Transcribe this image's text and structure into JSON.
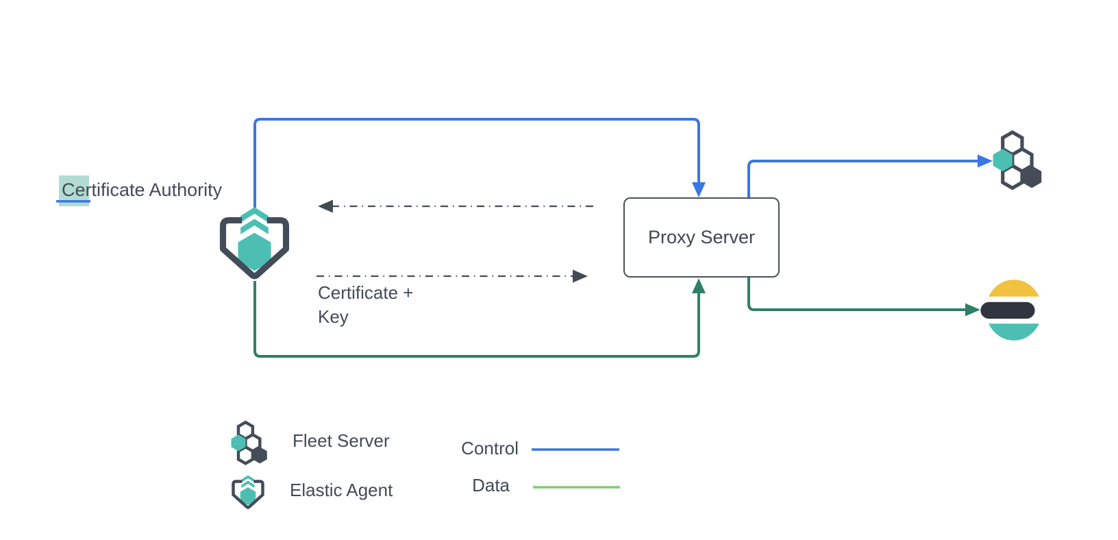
{
  "nodes": {
    "certificate_authority": {
      "label": "Certificate Authority"
    },
    "proxy_server": {
      "label": "Proxy Server"
    },
    "fleet_server_icon": "fleet-server",
    "elasticsearch_icon": "elasticsearch",
    "elastic_agent_icon": "elastic-agent"
  },
  "annotations": {
    "certificate_key": {
      "line1": "Certificate +",
      "line2": "Key"
    }
  },
  "legend": {
    "fleet_server_label": "Fleet Server",
    "elastic_agent_label": "Elastic Agent",
    "control_label": "Control",
    "data_label": "Data"
  },
  "colors": {
    "control": "#3A76E4",
    "data": "#2F8068",
    "legend_data": "#82CB72",
    "dashed": "#454B54",
    "slate": "#454C59",
    "teal": "#4CBFB2",
    "yellow": "#F1C13F",
    "ink": "#30353F",
    "text": "#434A57",
    "highlight": "#A5D6C9",
    "box_border": "#4A505B"
  }
}
